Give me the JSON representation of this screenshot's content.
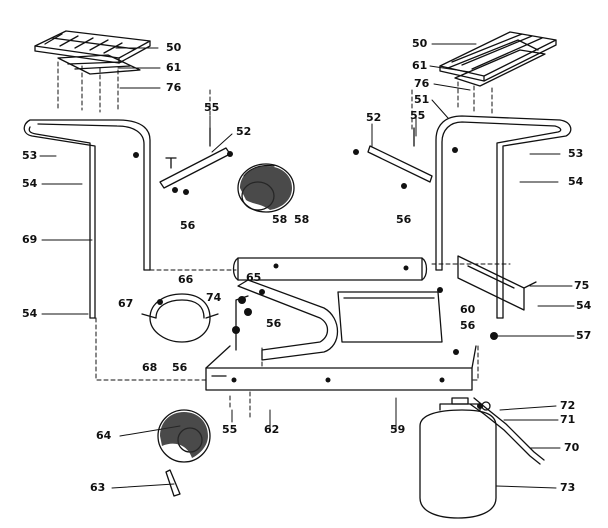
{
  "colors": {
    "ink": "#111111",
    "paper": "#ffffff",
    "shade": "#2a2a2a"
  },
  "callouts": {
    "l50": "50",
    "l61": "61",
    "l76": "76",
    "l55": "55",
    "l52": "52",
    "l53": "53",
    "l54a": "54",
    "l56a": "56",
    "r50": "50",
    "r61": "61",
    "r76": "76",
    "r51": "51",
    "r52": "52",
    "r55": "55",
    "r53": "53",
    "r54a": "54",
    "r56a": "56",
    "l69": "69",
    "l54b": "54",
    "l58a": "58",
    "l58b": "58",
    "l66": "66",
    "l67": "67",
    "l65": "65",
    "l74": "74",
    "l56b": "56",
    "l56c": "56",
    "l68": "68",
    "r75": "75",
    "r54b": "54",
    "r60": "60",
    "r56b": "56",
    "r57": "57",
    "l64": "64",
    "l55b": "55",
    "l62": "62",
    "l59": "59",
    "l63": "63",
    "r72": "72",
    "r71": "71",
    "r70": "70",
    "r73": "73"
  }
}
